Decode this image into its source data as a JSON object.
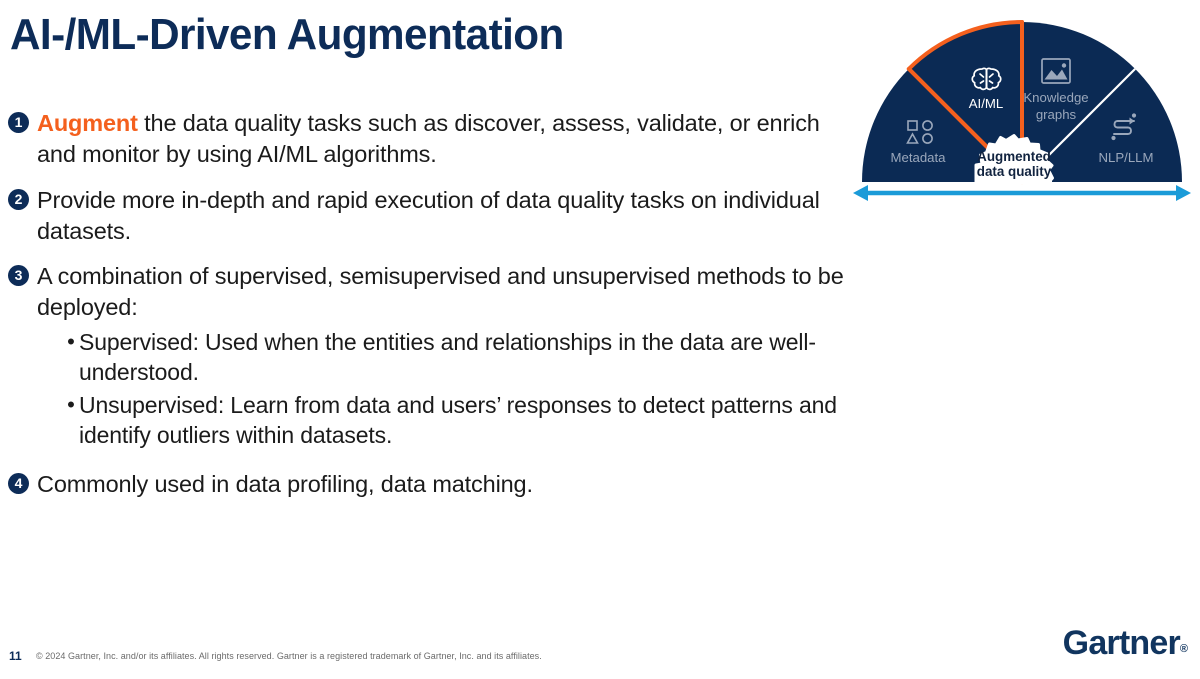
{
  "slide": {
    "title": "AI-/ML-Driven Augmentation",
    "colors": {
      "navy": "#0d2c58",
      "orange": "#f4601e",
      "cyan": "#1b9bd8",
      "segment_fill": "#0b2a54",
      "muted_label": "#9aa7bb",
      "body_text": "#1b1b1b"
    }
  },
  "body": {
    "items": [
      {
        "number": "1",
        "highlight": "Augment",
        "text": " the data quality tasks such as discover, assess, validate, or enrich and monitor by using AI/ML algorithms.",
        "subitems": []
      },
      {
        "number": "2",
        "highlight": "",
        "text": "Provide more in-depth and rapid execution of data quality tasks on individual datasets.",
        "subitems": []
      },
      {
        "number": "3",
        "highlight": "",
        "text": "A combination of supervised, semisupervised and unsupervised methods to be deployed:",
        "subitems": [
          "Supervised: Used when the entities and relationships in the data are well-understood.",
          "Unsupervised: Learn from data and users’ responses to detect patterns and identify outliers within datasets."
        ]
      },
      {
        "number": "4",
        "highlight": "",
        "text": "Commonly used in data profiling, data matching.",
        "subitems": []
      }
    ]
  },
  "diagram": {
    "center_label_line1": "Augmented",
    "center_label_line2": "data quality",
    "segments": [
      {
        "id": "metadata",
        "label": "Metadata",
        "label_line2": "",
        "icon": "shapes-grid-icon",
        "active": false
      },
      {
        "id": "aiml",
        "label": "AI/ML",
        "label_line2": "",
        "icon": "brain-icon",
        "active": true
      },
      {
        "id": "knowledge",
        "label": "Knowledge",
        "label_line2": "graphs",
        "icon": "image-frame-icon",
        "active": false
      },
      {
        "id": "nlpllm",
        "label": "NLP/LLM",
        "label_line2": "",
        "icon": "s-route-arrow-icon",
        "active": false
      }
    ],
    "axis_arrow": "double-headed-arrow-icon"
  },
  "footer": {
    "page_number": "11",
    "copyright": "© 2024 Gartner, Inc. and/or its affiliates. All rights reserved. Gartner is a registered trademark of Gartner, Inc. and its affiliates.",
    "brand": "Gartner",
    "brand_mark": "®"
  }
}
